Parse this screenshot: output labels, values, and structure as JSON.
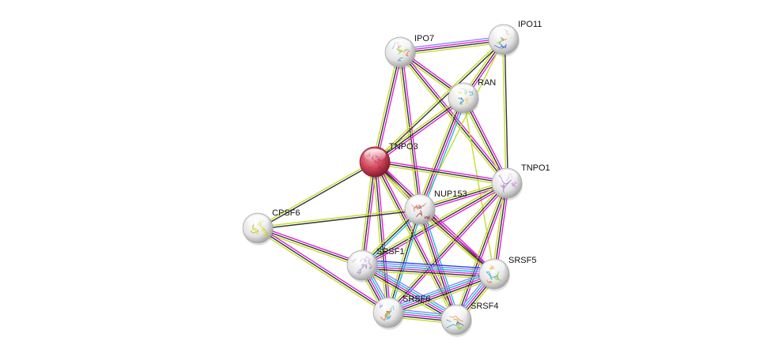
{
  "network": {
    "title": "Protein interaction network",
    "edge_colors": {
      "textmining": "#c6dd2e",
      "coexpression": "#333333",
      "experiments": "#dd22dd",
      "databases": "#22bbdd",
      "homology": "#8888ff",
      "cooccurrence": "#2244ee"
    },
    "query_color": "#cc3344",
    "nodes": [
      {
        "id": "IPO7",
        "label": "IPO7",
        "query": false,
        "structure_palette": [
          "#44aacc",
          "#88cc44",
          "#ee6644",
          "#eecc44"
        ]
      },
      {
        "id": "IPO11",
        "label": "IPO11",
        "query": false,
        "structure_palette": [
          "#88cc44",
          "#4466ee",
          "#ee8844",
          "#66cc88"
        ]
      },
      {
        "id": "RAN",
        "label": "RAN",
        "query": false,
        "structure_palette": [
          "#3388cc",
          "#66cc66",
          "#eecc33",
          "#44aaaa"
        ]
      },
      {
        "id": "TNPO3",
        "label": "TNPO3",
        "query": true,
        "structure_palette": [
          "#aa2255",
          "#cc3366"
        ]
      },
      {
        "id": "TNPO1",
        "label": "TNPO1",
        "query": false,
        "structure_palette": [
          "#aa77cc",
          "#cc99dd"
        ]
      },
      {
        "id": "NUP153",
        "label": "NUP153",
        "query": false,
        "structure_palette": [
          "#aa4444",
          "#cc7766"
        ]
      },
      {
        "id": "CPSF6",
        "label": "CPSF6",
        "query": false,
        "structure_palette": [
          "#dddd33",
          "#bbbb22"
        ]
      },
      {
        "id": "SRSF1",
        "label": "SRSF1",
        "query": false,
        "structure_palette": [
          "#aa88cc",
          "#ccaadd"
        ]
      },
      {
        "id": "SRSF5",
        "label": "SRSF5",
        "query": false,
        "structure_palette": [
          "#44aacc",
          "#88cc44",
          "#ee8833",
          "#eecc44"
        ]
      },
      {
        "id": "SRSF6",
        "label": "SRSF6",
        "query": false,
        "structure_palette": [
          "#44aacc",
          "#88cc44",
          "#ee6633",
          "#4466cc"
        ]
      },
      {
        "id": "SRSF4",
        "label": "SRSF4",
        "query": false,
        "structure_palette": [
          "#44aacc",
          "#88cc44",
          "#ee8833",
          "#4466cc"
        ]
      }
    ],
    "edges": [
      {
        "a": "IPO7",
        "b": "IPO11",
        "types": [
          "homology",
          "experiments",
          "coexpression",
          "textmining"
        ]
      },
      {
        "a": "IPO7",
        "b": "RAN",
        "types": [
          "experiments",
          "coexpression",
          "textmining"
        ]
      },
      {
        "a": "IPO7",
        "b": "TNPO3",
        "types": [
          "experiments",
          "coexpression",
          "textmining"
        ]
      },
      {
        "a": "IPO7",
        "b": "TNPO1",
        "types": [
          "experiments",
          "coexpression",
          "textmining"
        ]
      },
      {
        "a": "IPO7",
        "b": "NUP153",
        "types": [
          "experiments",
          "coexpression",
          "textmining"
        ]
      },
      {
        "a": "IPO11",
        "b": "RAN",
        "types": [
          "experiments",
          "coexpression",
          "textmining"
        ]
      },
      {
        "a": "IPO11",
        "b": "TNPO1",
        "types": [
          "coexpression",
          "textmining"
        ]
      },
      {
        "a": "IPO11",
        "b": "TNPO3",
        "types": [
          "coexpression",
          "textmining"
        ]
      },
      {
        "a": "IPO11",
        "b": "NUP153",
        "types": [
          "textmining"
        ]
      },
      {
        "a": "RAN",
        "b": "TNPO3",
        "types": [
          "experiments",
          "coexpression",
          "textmining"
        ]
      },
      {
        "a": "RAN",
        "b": "TNPO1",
        "types": [
          "experiments",
          "coexpression",
          "textmining"
        ]
      },
      {
        "a": "RAN",
        "b": "NUP153",
        "types": [
          "databases",
          "experiments",
          "coexpression",
          "textmining"
        ]
      },
      {
        "a": "RAN",
        "b": "SRSF5",
        "types": [
          "textmining"
        ]
      },
      {
        "a": "TNPO3",
        "b": "TNPO1",
        "types": [
          "experiments",
          "coexpression",
          "textmining"
        ]
      },
      {
        "a": "TNPO3",
        "b": "NUP153",
        "types": [
          "experiments",
          "coexpression",
          "textmining"
        ]
      },
      {
        "a": "TNPO3",
        "b": "CPSF6",
        "types": [
          "coexpression",
          "textmining"
        ]
      },
      {
        "a": "TNPO3",
        "b": "SRSF1",
        "types": [
          "experiments",
          "coexpression",
          "textmining"
        ]
      },
      {
        "a": "TNPO3",
        "b": "SRSF6",
        "types": [
          "experiments",
          "coexpression",
          "textmining"
        ]
      },
      {
        "a": "TNPO3",
        "b": "SRSF4",
        "types": [
          "experiments",
          "coexpression",
          "textmining"
        ]
      },
      {
        "a": "TNPO3",
        "b": "SRSF5",
        "types": [
          "experiments",
          "coexpression",
          "textmining"
        ]
      },
      {
        "a": "TNPO1",
        "b": "NUP153",
        "types": [
          "experiments",
          "coexpression",
          "textmining"
        ]
      },
      {
        "a": "TNPO1",
        "b": "SRSF1",
        "types": [
          "experiments",
          "coexpression",
          "textmining"
        ]
      },
      {
        "a": "TNPO1",
        "b": "SRSF6",
        "types": [
          "experiments",
          "coexpression",
          "textmining"
        ]
      },
      {
        "a": "TNPO1",
        "b": "SRSF4",
        "types": [
          "experiments",
          "coexpression",
          "textmining"
        ]
      },
      {
        "a": "TNPO1",
        "b": "SRSF5",
        "types": [
          "experiments",
          "coexpression",
          "textmining"
        ]
      },
      {
        "a": "NUP153",
        "b": "CPSF6",
        "types": [
          "coexpression",
          "textmining"
        ]
      },
      {
        "a": "NUP153",
        "b": "SRSF1",
        "types": [
          "databases",
          "coexpression",
          "textmining"
        ]
      },
      {
        "a": "NUP153",
        "b": "SRSF6",
        "types": [
          "databases",
          "coexpression",
          "textmining"
        ]
      },
      {
        "a": "NUP153",
        "b": "SRSF4",
        "types": [
          "databases",
          "experiments",
          "coexpression",
          "textmining"
        ]
      },
      {
        "a": "NUP153",
        "b": "SRSF5",
        "types": [
          "experiments",
          "coexpression",
          "textmining"
        ]
      },
      {
        "a": "CPSF6",
        "b": "SRSF1",
        "types": [
          "experiments",
          "coexpression",
          "textmining"
        ]
      },
      {
        "a": "CPSF6",
        "b": "SRSF6",
        "types": [
          "experiments",
          "coexpression",
          "textmining"
        ]
      },
      {
        "a": "SRSF1",
        "b": "SRSF5",
        "types": [
          "cooccurrence",
          "homology",
          "databases",
          "experiments",
          "coexpression",
          "textmining"
        ]
      },
      {
        "a": "SRSF1",
        "b": "SRSF6",
        "types": [
          "homology",
          "databases",
          "experiments",
          "coexpression",
          "textmining"
        ]
      },
      {
        "a": "SRSF1",
        "b": "SRSF4",
        "types": [
          "homology",
          "databases",
          "experiments",
          "coexpression",
          "textmining"
        ]
      },
      {
        "a": "SRSF6",
        "b": "SRSF5",
        "types": [
          "homology",
          "databases",
          "experiments",
          "coexpression",
          "textmining"
        ]
      },
      {
        "a": "SRSF6",
        "b": "SRSF4",
        "types": [
          "homology",
          "databases",
          "experiments",
          "coexpression",
          "textmining"
        ]
      },
      {
        "a": "SRSF4",
        "b": "SRSF5",
        "types": [
          "homology",
          "databases",
          "experiments",
          "coexpression",
          "textmining"
        ]
      }
    ]
  }
}
